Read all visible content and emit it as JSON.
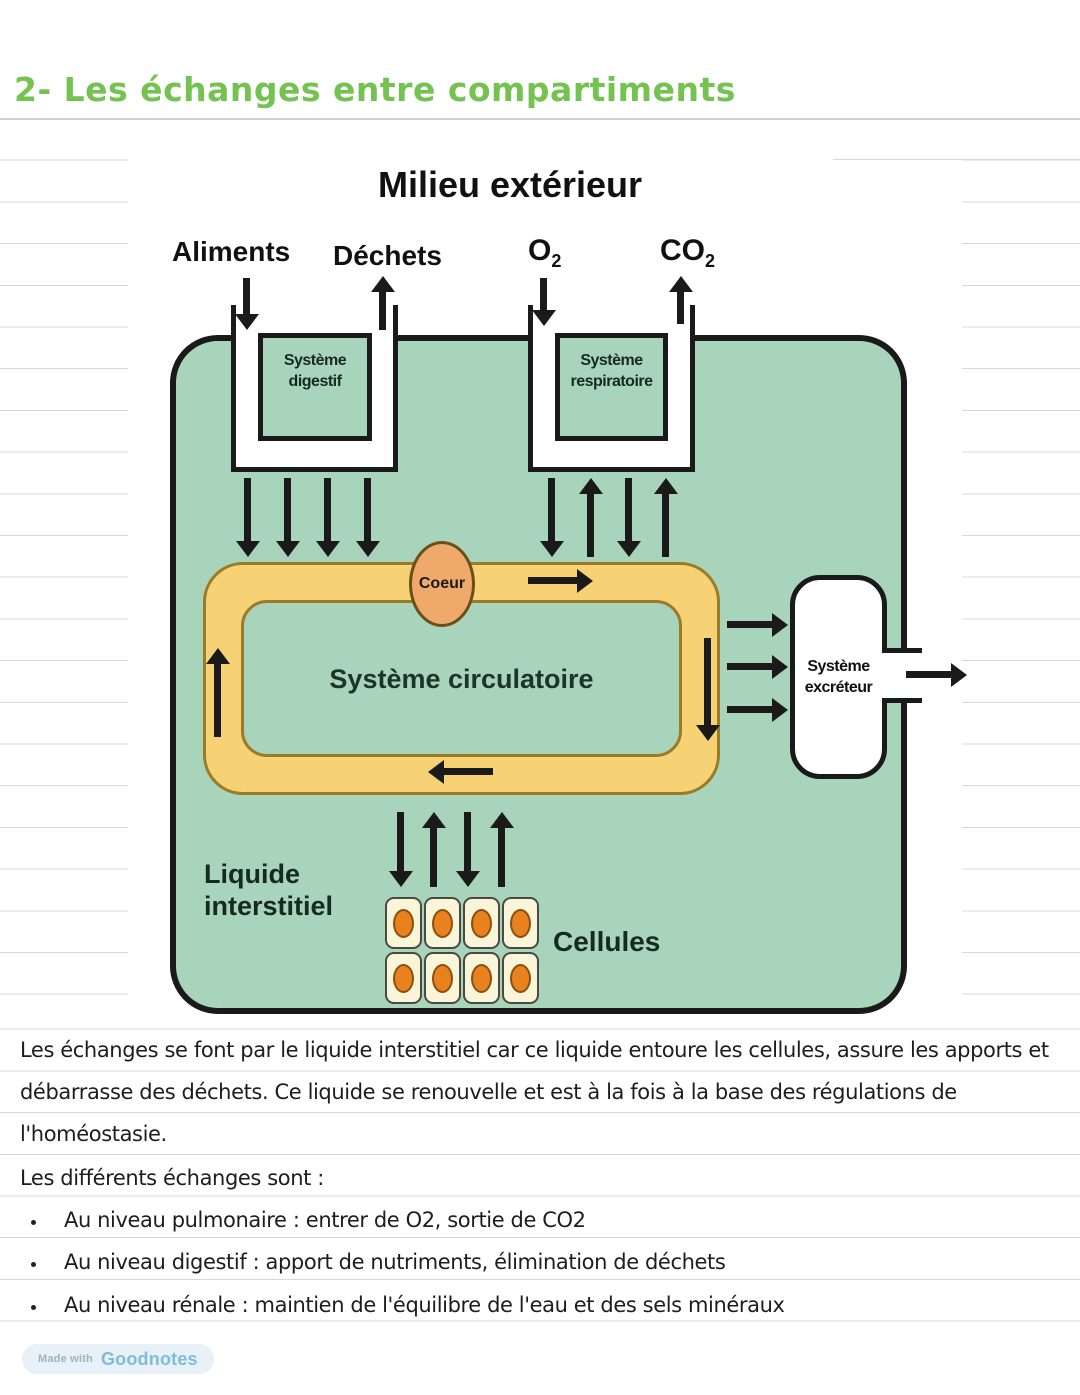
{
  "header": {
    "title": "2- Les échanges entre compartiments"
  },
  "diagram": {
    "title": "Milieu extérieur",
    "inputs": {
      "aliments": "Aliments",
      "dechets": "Déchets",
      "o2_base": "O",
      "o2_sub": "2",
      "co2_base": "CO",
      "co2_sub": "2"
    },
    "systems": {
      "digestif_l1": "Système",
      "digestif_l2": "digestif",
      "respiratoire_l1": "Système",
      "respiratoire_l2": "respiratoire",
      "circulatoire": "Système circulatoire",
      "coeur": "Coeur",
      "excreteur_l1": "Système",
      "excreteur_l2": "excréteur"
    },
    "labels": {
      "liquide_l1": "Liquide",
      "liquide_l2": "interstitiel",
      "cellules": "Cellules"
    },
    "colors": {
      "body_green": "#a8d4bc",
      "loop_yellow": "#f6d275",
      "heart_orange": "#efa96b",
      "cell_fill": "#f8f5d8",
      "cell_nucleus": "#e8821e",
      "outline": "#1a1a1a"
    }
  },
  "notes": {
    "paragraph_lines": [
      "Les échanges se font par le liquide interstitiel car ce liquide entoure les cellules, assure les apports et",
      "débarrasse des déchets. Ce liquide se renouvelle et est à la fois à la base des régulations de",
      "l'homéostasie.",
      "Les différents échanges sont :"
    ],
    "bullets": [
      "Au niveau pulmonaire : entrer de O2, sortie de CO2",
      "Au niveau digestif : apport de nutriments, élimination de déchets",
      "Au niveau rénale : maintien de l'équilibre de l'eau et des sels minéraux"
    ]
  },
  "footer": {
    "made_with": "Made with",
    "brand": "Goodnotes"
  },
  "theme": {
    "title_green": "#74c24f",
    "rule_line": "#d8d8d8",
    "badge_bg": "#e7f1f7",
    "badge_made_color": "#9db4bf",
    "badge_brand_color": "#7fbcd9"
  }
}
